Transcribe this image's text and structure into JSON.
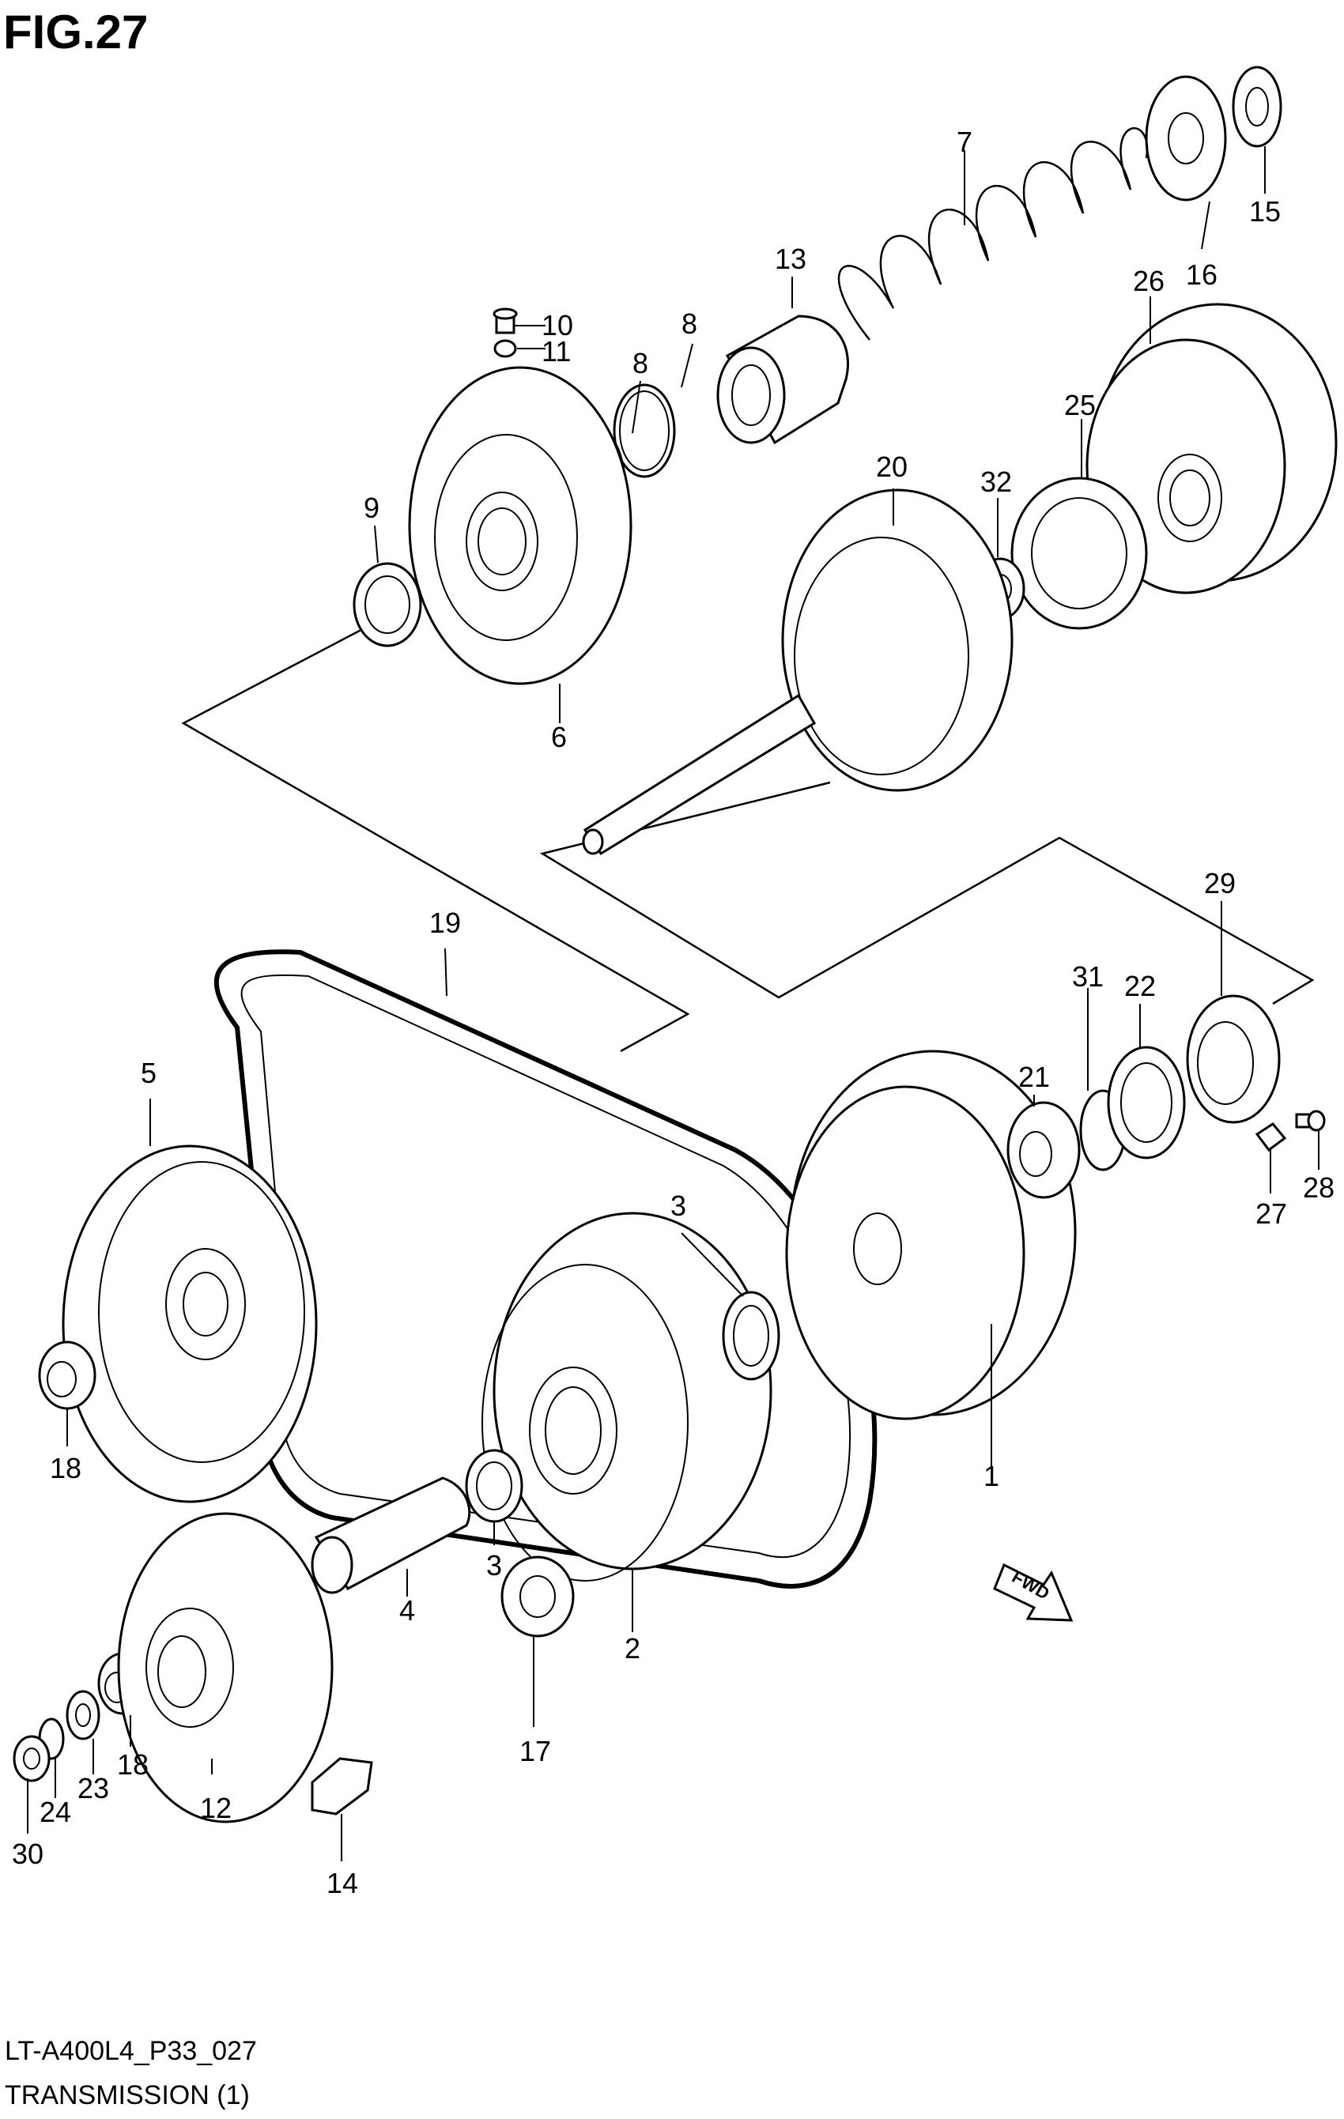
{
  "figure_title": "FIG.27",
  "drawing_code": "LT-A400L4_P33_027",
  "section_title": "TRANSMISSION (1)",
  "fwd_label": "FWD",
  "callouts": [
    "1",
    "2",
    "3",
    "3",
    "4",
    "5",
    "6",
    "7",
    "8",
    "8",
    "9",
    "10",
    "11",
    "12",
    "13",
    "14",
    "15",
    "16",
    "17",
    "18",
    "18",
    "19",
    "20",
    "21",
    "22",
    "23",
    "24",
    "25",
    "26",
    "27",
    "28",
    "29",
    "30",
    "31",
    "32"
  ]
}
